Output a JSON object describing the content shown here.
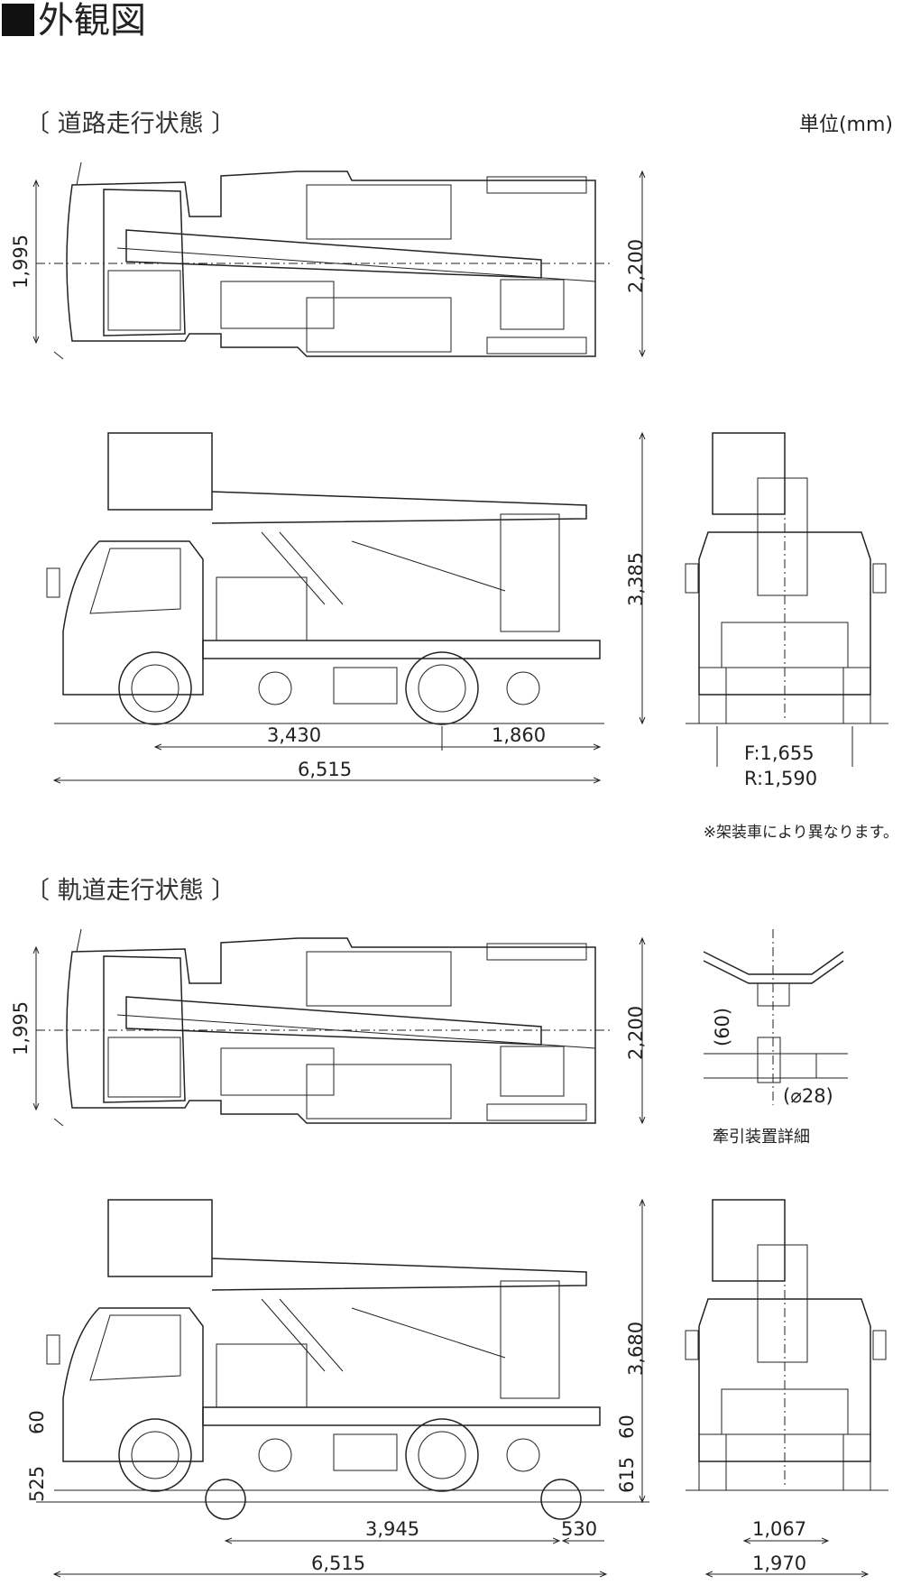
{
  "title": "外観図",
  "unit": "単位(mm)",
  "road": {
    "label": "〔 道路走行状態 〕",
    "top_width": "1,995",
    "top_overall_width": "2,200",
    "height": "3,385",
    "wheelbase": "3,430",
    "rear_overhang": "1,860",
    "length": "6,515",
    "tread_front": "F:1,655",
    "tread_rear": "R:1,590"
  },
  "note": "※架装車により異なります。",
  "rail": {
    "label": "〔 軌道走行状態 〕",
    "top_width": "1,995",
    "top_overall_width": "2,200",
    "height": "3,680",
    "front_clearance": "60",
    "front_height": "525",
    "rear_clearance": "60",
    "rear_height": "615",
    "rail_wheelbase": "3,945",
    "rear_offset": "530",
    "length": "6,515",
    "gauge": "1,067",
    "width": "1,970"
  },
  "detail": {
    "caption": "牽引装置詳細",
    "height": "(60)",
    "diameter": "(⌀28)"
  }
}
